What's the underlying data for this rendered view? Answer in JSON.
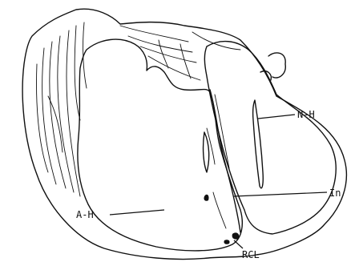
{
  "figure": {
    "labels": {
      "neurohypophysis": "N-H",
      "intermediate_lobe": "In",
      "adenohypophysis": "A-H",
      "residual_cleft": "RCL"
    }
  }
}
